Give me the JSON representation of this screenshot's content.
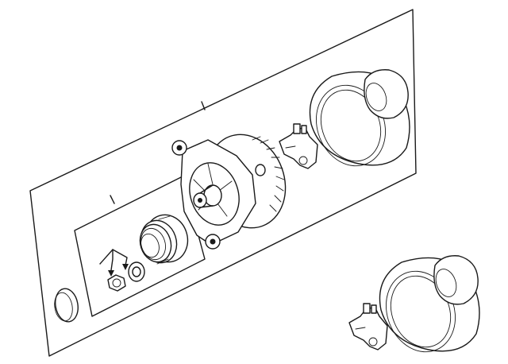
{
  "diagram": {
    "parts": [
      {
        "id": "back-panel",
        "icon": "assembly-board"
      },
      {
        "id": "alternator",
        "icon": "alternator-icon"
      },
      {
        "id": "voltage-regulator",
        "icon": "regulator-icon"
      },
      {
        "id": "rear-cover",
        "icon": "cover-cap-icon"
      },
      {
        "id": "pulley",
        "icon": "pulley-icon"
      },
      {
        "id": "nut",
        "icon": "nut-icon"
      },
      {
        "id": "washer",
        "icon": "washer-icon"
      },
      {
        "id": "end-cap",
        "icon": "cap-icon"
      },
      {
        "id": "spare-regulator",
        "icon": "regulator-icon"
      },
      {
        "id": "spare-cover",
        "icon": "cover-cap-icon"
      }
    ],
    "colors": {
      "line": "#1a1a1a",
      "background": "#ffffff"
    }
  }
}
